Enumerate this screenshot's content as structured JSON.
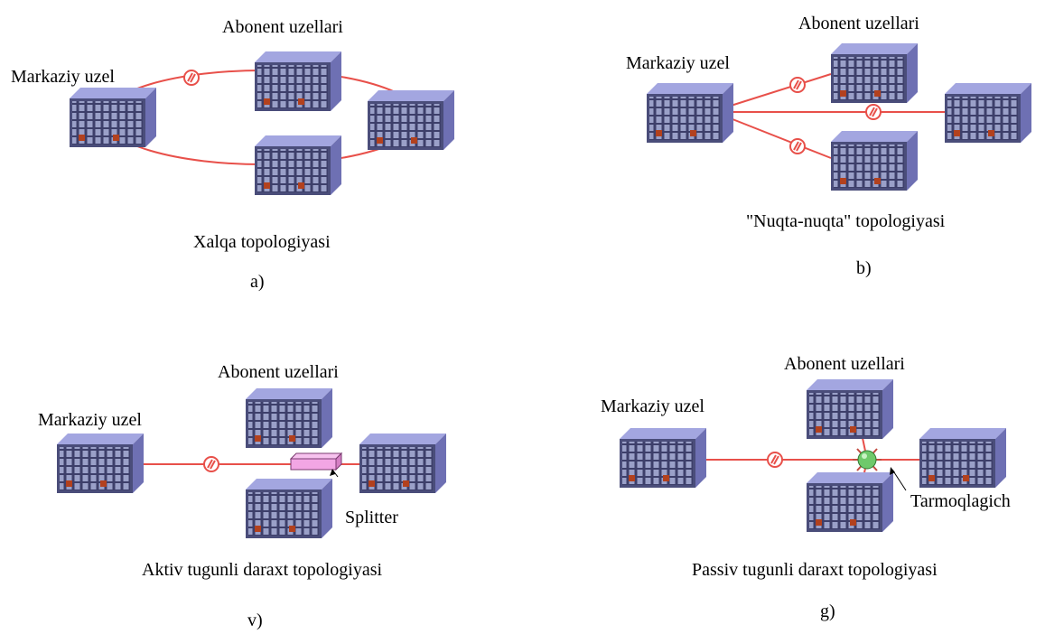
{
  "panels": {
    "a": {
      "abonent_label": "Abonent uzellari",
      "central_label": "Markaziy uzel",
      "caption": "Xalqa topologiyasi",
      "letter": "a)"
    },
    "b": {
      "abonent_label": "Abonent uzellari",
      "central_label": "Markaziy uzel",
      "caption": "\"Nuqta-nuqta\" topologiyasi",
      "letter": "b)"
    },
    "v": {
      "abonent_label": "Abonent uzellari",
      "central_label": "Markaziy uzel",
      "splitter_label": "Splitter",
      "caption": "Aktiv tugunli daraxt topologiyasi",
      "letter": "v)"
    },
    "g": {
      "abonent_label": "Abonent uzellari",
      "central_label": "Markaziy uzel",
      "hub_label": "Tarmoqlagich",
      "caption": "Passiv tugunli daraxt topologiyasi",
      "letter": "g)"
    }
  },
  "colors": {
    "fiber_line": "#e8504a",
    "node_face": "#4a4d7a",
    "node_side": "#7072b8",
    "node_top": "#9c9fdd",
    "splitter": "#f2a6e4",
    "hub": "#6fc96b"
  },
  "icons": {
    "node": "server-rack-icon",
    "link": "lightning-circle-icon",
    "splitter": "splitter-box-icon",
    "hub": "passive-hub-icon"
  }
}
